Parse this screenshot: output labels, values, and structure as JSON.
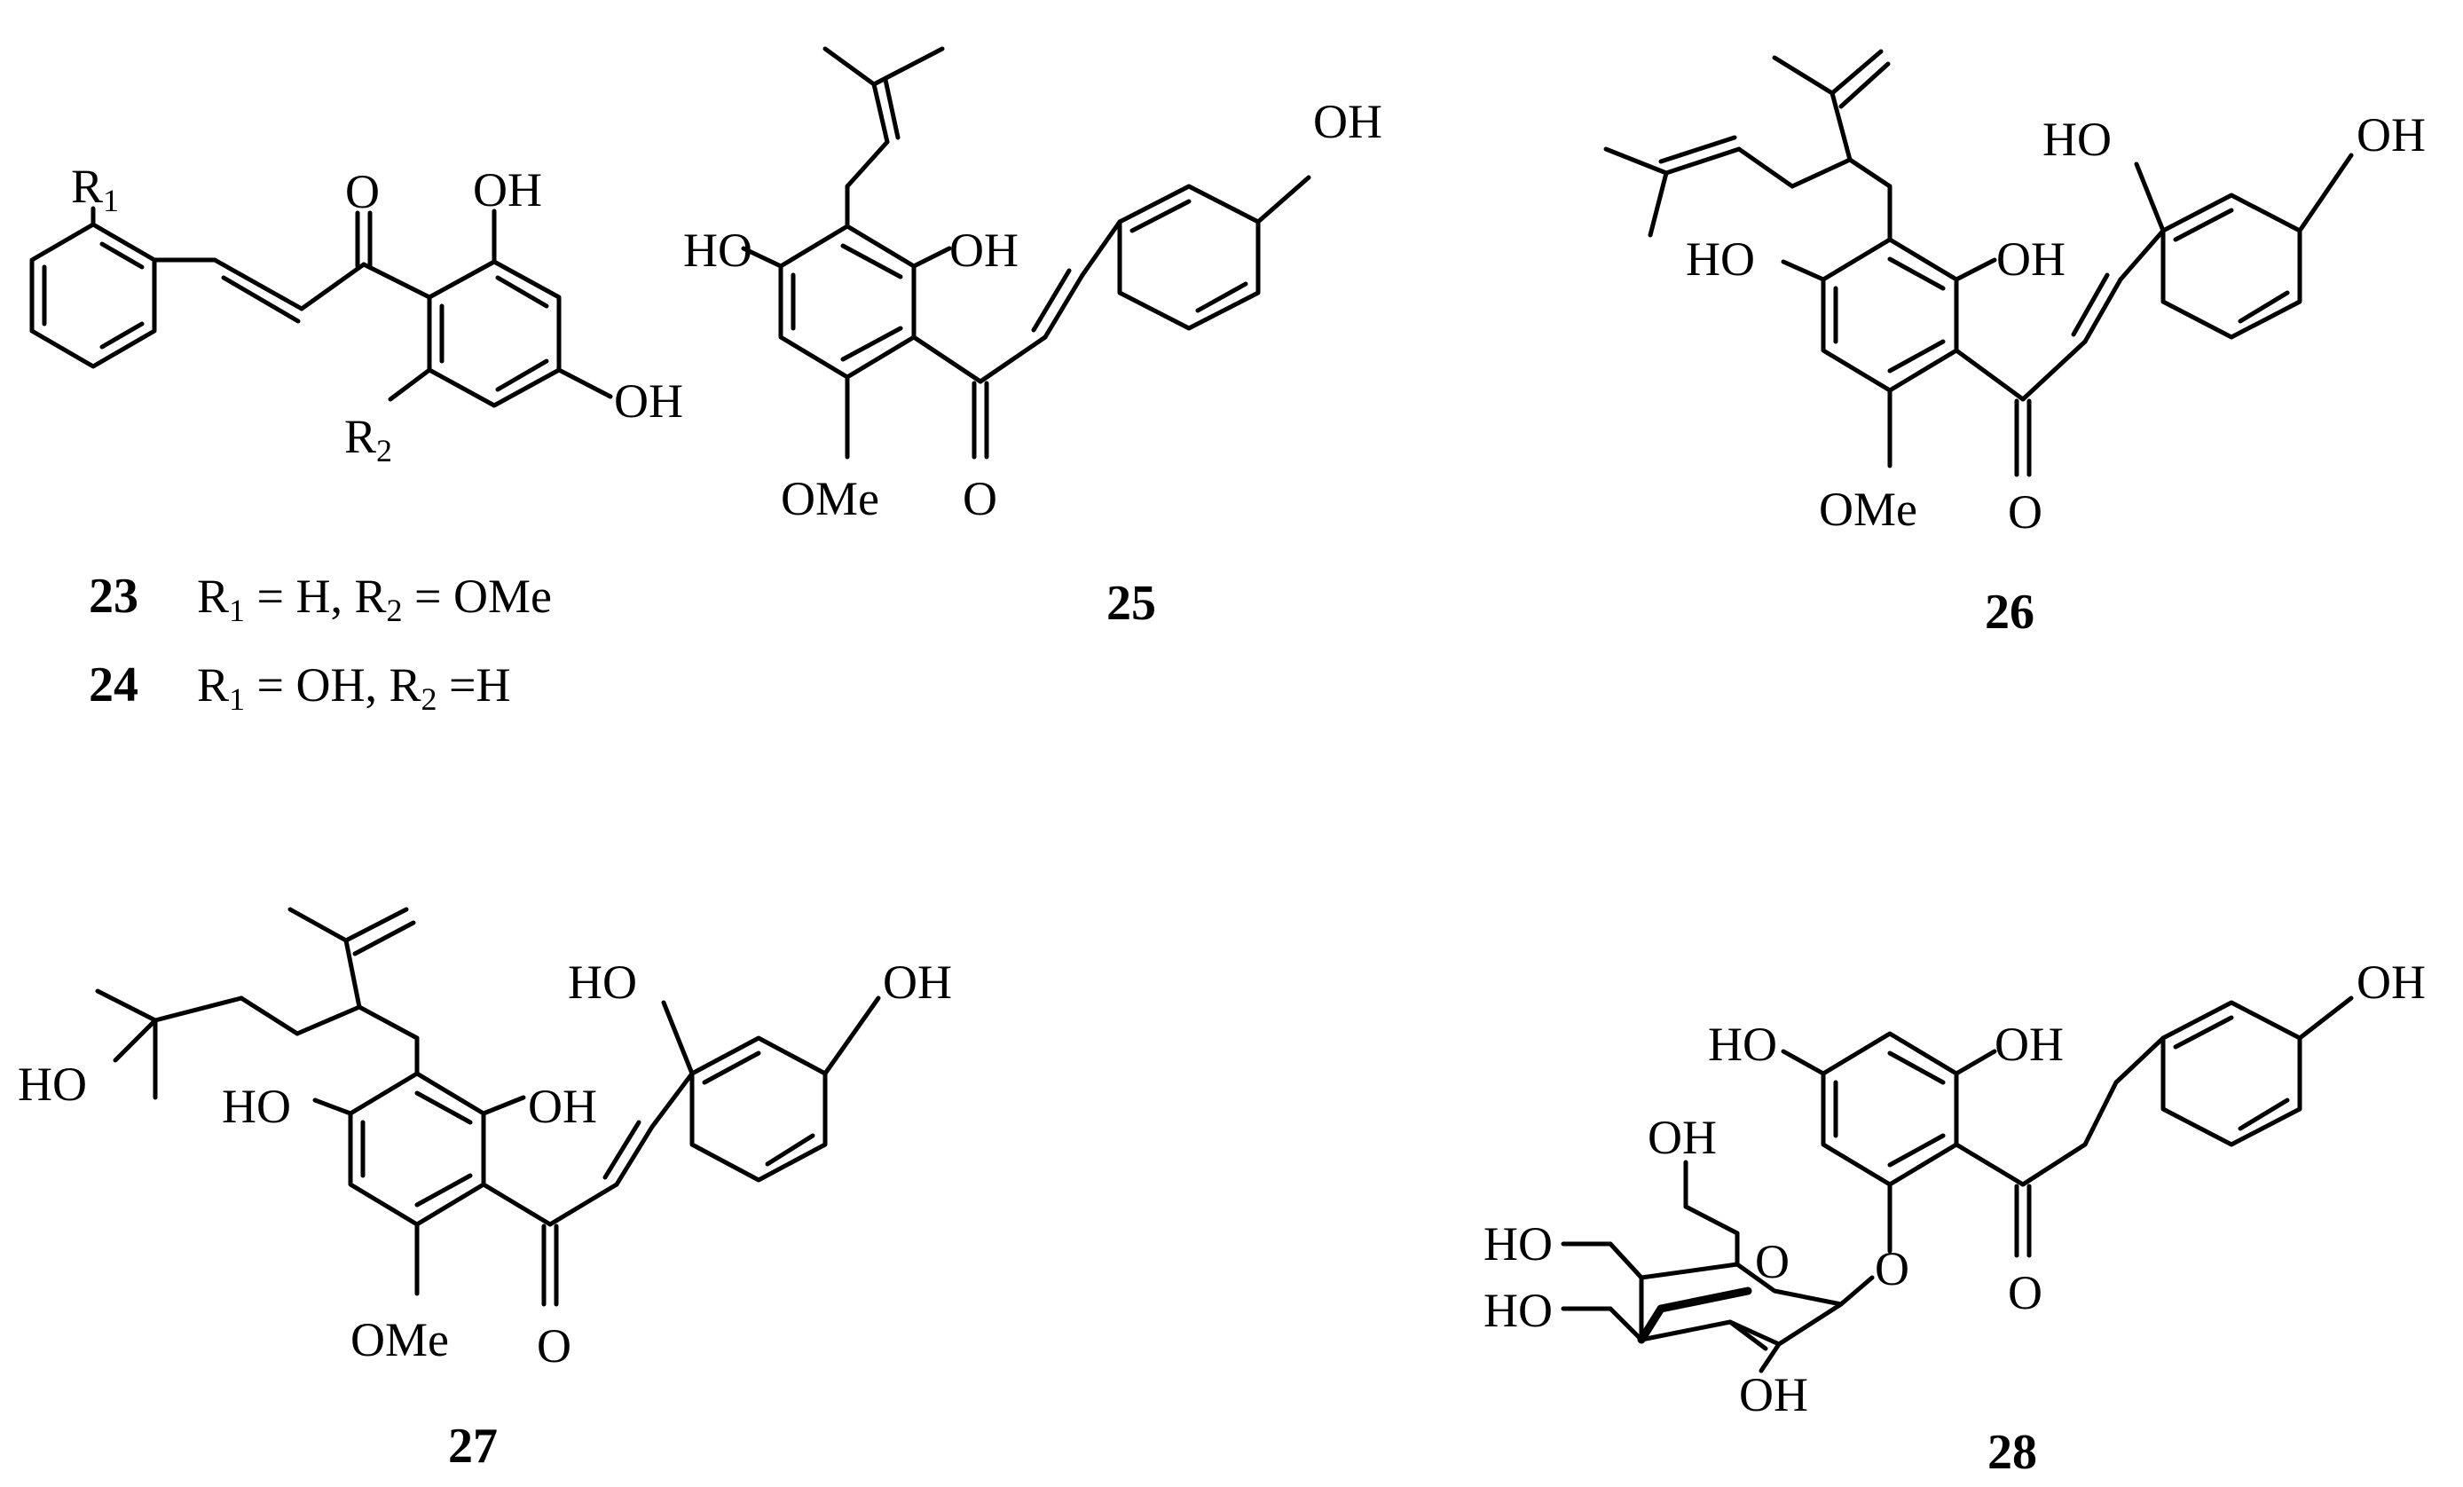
{
  "compounds": {
    "c23": {
      "number": "23",
      "definition": {
        "r1": "R",
        "r1_sub": "1",
        "r1_val": " = H, ",
        "r2": "R",
        "r2_sub": "2",
        "r2_val": " = OMe"
      },
      "labels": {
        "r1": "R",
        "r1_sub": "1",
        "r2": "R",
        "r2_sub": "2",
        "o": "O",
        "oh_top": "OH",
        "oh_right": "OH"
      }
    },
    "c24": {
      "number": "24",
      "definition": {
        "r1": "R",
        "r1_sub": "1",
        "r1_val": " = OH, ",
        "r2": "R",
        "r2_sub": "2",
        "r2_val": " =H"
      }
    },
    "c25": {
      "number": "25",
      "labels": {
        "ho": "HO",
        "oh": "OH",
        "ome": "OMe",
        "o": "O",
        "oh_ring": "OH"
      }
    },
    "c26": {
      "number": "26",
      "labels": {
        "ho": "HO",
        "oh": "OH",
        "ome": "OMe",
        "o": "O",
        "ho_ring": "HO",
        "oh_ring": "OH"
      }
    },
    "c27": {
      "number": "27",
      "labels": {
        "ho_chain": "HO",
        "ho": "HO",
        "oh": "OH",
        "ome": "OMe",
        "o": "O",
        "ho_ring": "HO",
        "oh_ring": "OH"
      }
    },
    "c28": {
      "number": "28",
      "labels": {
        "ho": "HO",
        "oh": "OH",
        "o": "O",
        "oh_ring": "OH",
        "oh_sugar_top": "OH",
        "ho_sugar_1": "HO",
        "ho_sugar_2": "HO",
        "oh_sugar_bottom": "OH",
        "o_ring": "O",
        "o_link": "O"
      }
    }
  }
}
